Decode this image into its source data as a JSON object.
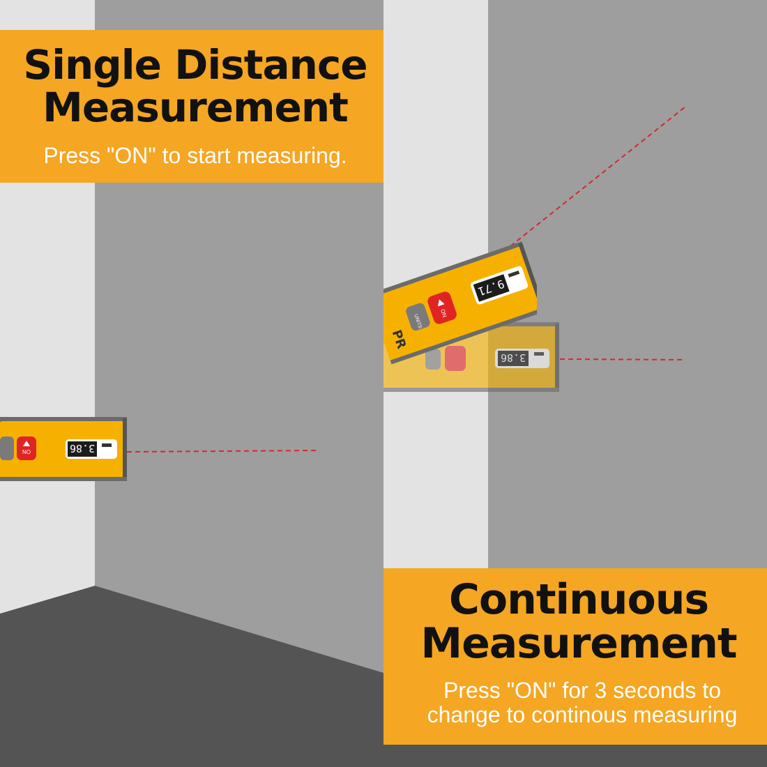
{
  "colors": {
    "accent": "#f5a623",
    "device_body": "#f6b100",
    "on_button": "#e02424",
    "laser": "#d9262b",
    "display": "#1c1c1c"
  },
  "single": {
    "title_line1": "Single Distance",
    "title_line2": "Measurement",
    "subtitle": "Press \"ON\" to start measuring."
  },
  "continuous": {
    "title_line1": "Continuous",
    "title_line2": "Measurement",
    "subtitle_line1": "Press \"ON\" for 3 seconds to",
    "subtitle_line2": "change to continous measuring"
  },
  "device": {
    "on_label": "ON",
    "units_label": "UNITS",
    "brand_fragment": "PR",
    "display_left": "3.86",
    "display_top": "9.71",
    "display_bottom": "3.86",
    "icons": [
      "laser-icon",
      "units-icon",
      "battery-icon"
    ]
  }
}
